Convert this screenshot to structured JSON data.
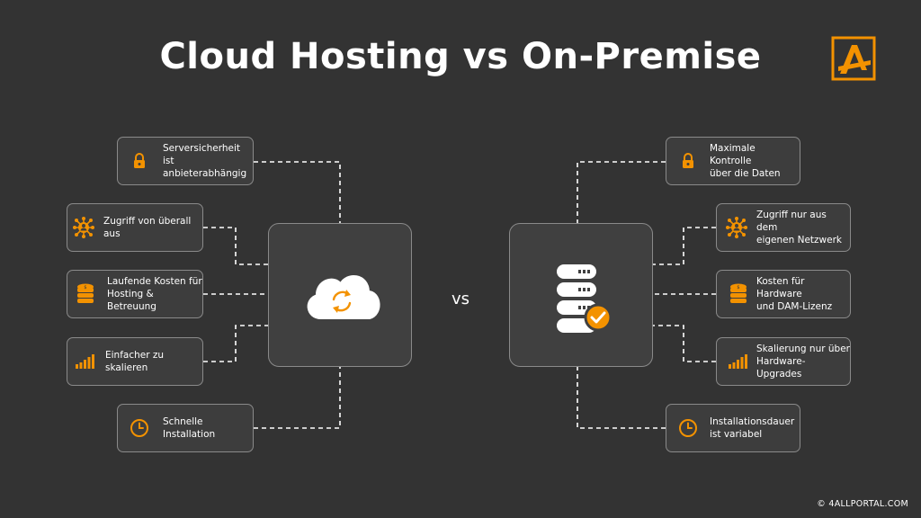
{
  "title": "Cloud Hosting vs On-Premise",
  "vs_label": "vs",
  "copyright": "© 4ALLPORTAL.COM",
  "colors": {
    "background": "#333333",
    "accent": "#f39200",
    "box": "#3d3d3d",
    "border": "#8a8a8a"
  },
  "cloud": {
    "hub_icon": "cloud-sync-icon",
    "items": [
      {
        "icon": "lock-icon",
        "text": "Serversicherheit ist\nanbieterabhängig"
      },
      {
        "icon": "network-icon",
        "text": "Zugriff von überall aus"
      },
      {
        "icon": "coins-icon",
        "text": "Laufende Kosten für\nHosting & Betreuung"
      },
      {
        "icon": "bar-chart-icon",
        "text": "Einfacher zu skalieren"
      },
      {
        "icon": "clock-icon",
        "text": "Schnelle Installation"
      }
    ]
  },
  "onpremise": {
    "hub_icon": "server-check-icon",
    "items": [
      {
        "icon": "lock-icon",
        "text": "Maximale Kontrolle\nüber die Daten"
      },
      {
        "icon": "network-icon",
        "text": "Zugriff nur aus dem\neigenen Netzwerk"
      },
      {
        "icon": "coins-icon",
        "text": "Kosten für Hardware\nund DAM-Lizenz"
      },
      {
        "icon": "bar-chart-icon",
        "text": "Skalierung nur über\nHardware-Upgrades"
      },
      {
        "icon": "clock-icon",
        "text": "Installationsdauer\nist variabel"
      }
    ]
  }
}
